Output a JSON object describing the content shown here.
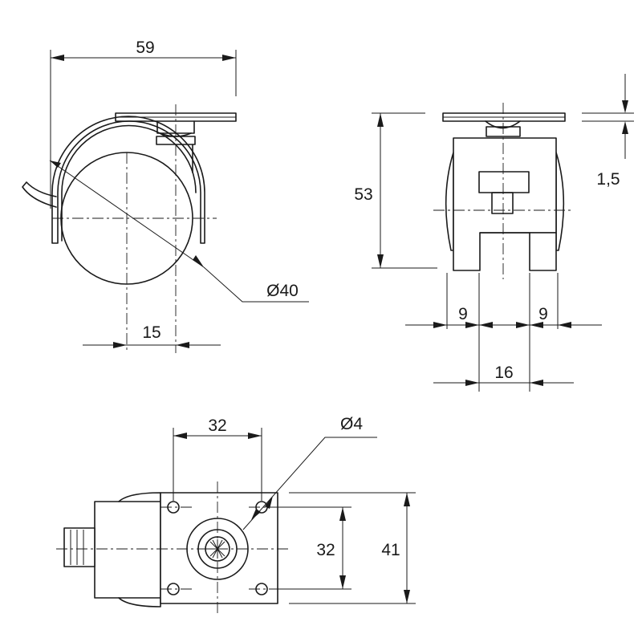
{
  "dimensions": {
    "overall_width": "59",
    "wheel_diameter": "Ø40",
    "swivel_offset": "15",
    "overall_height": "53",
    "plate_thickness": "1,5",
    "leg_left": "9",
    "leg_right": "9",
    "inner_gap": "16",
    "hole_spacing_x": "32",
    "hole_diameter": "Ø4",
    "hole_spacing_y": "32",
    "plate_width": "41"
  }
}
